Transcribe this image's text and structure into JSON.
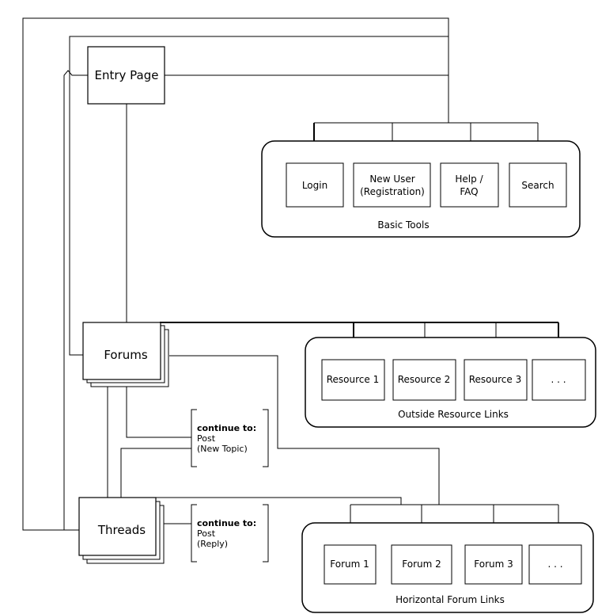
{
  "colors": {
    "line": "#000000",
    "box_fill": "#ffffff",
    "background": "#ffffff"
  },
  "nodes": {
    "entry_page": "Entry Page",
    "forums": "Forums",
    "threads": "Threads"
  },
  "groups": {
    "basic_tools": {
      "caption": "Basic Tools",
      "items": [
        {
          "line1": "Login",
          "line2": ""
        },
        {
          "line1": "New User",
          "line2": "(Registration)"
        },
        {
          "line1": "Help /",
          "line2": "FAQ"
        },
        {
          "line1": "Search",
          "line2": ""
        }
      ]
    },
    "outside_resources": {
      "caption": "Outside Resource Links",
      "items": [
        "Resource 1",
        "Resource 2",
        "Resource 3",
        ". . ."
      ]
    },
    "forum_links": {
      "caption": "Horizontal Forum Links",
      "items": [
        "Forum 1",
        "Forum 2",
        "Forum 3",
        ". . ."
      ]
    }
  },
  "notes": {
    "forums_note": {
      "title": "continue to:",
      "line1": "Post",
      "line2": "(New Topic)"
    },
    "threads_note": {
      "title": "continue to:",
      "line1": "Post",
      "line2": "(Reply)"
    }
  }
}
